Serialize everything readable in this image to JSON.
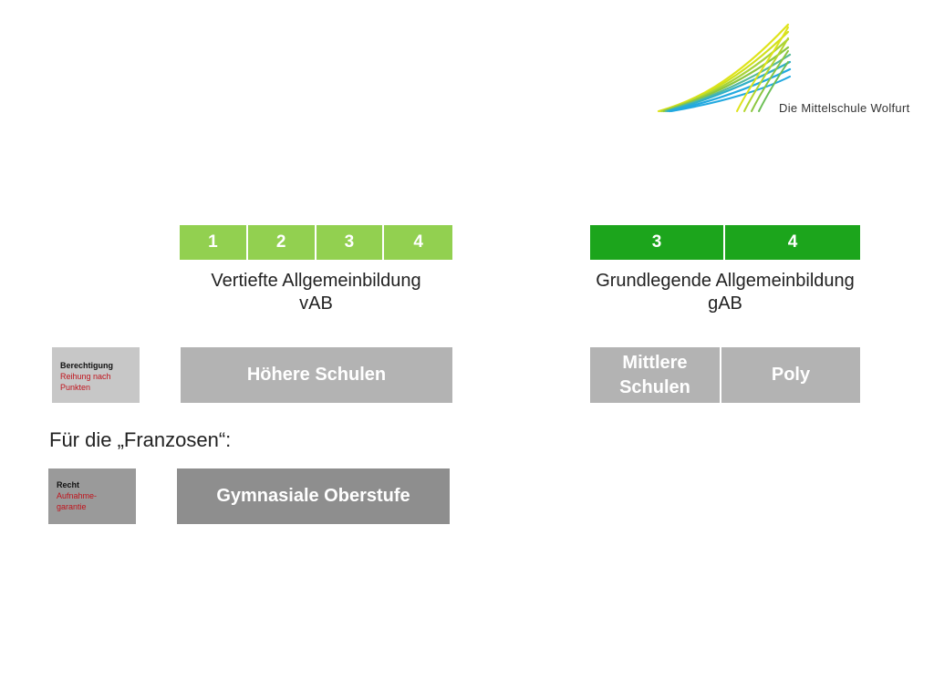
{
  "logo": {
    "text": "Die Mittelschule Wolfurt",
    "icon": "swoosh-lines-logo",
    "colors": [
      "#22a9e0",
      "#8cc63f",
      "#dfe31a"
    ]
  },
  "vab": {
    "grades": [
      "1",
      "2",
      "3",
      "4"
    ],
    "label_line1": "Vertiefte Allgemeinbildung",
    "label_line2": "vAB",
    "color": "#92d050"
  },
  "gab": {
    "grades": [
      "3",
      "4"
    ],
    "label_line1": "Grundlegende Allgemeinbildung",
    "label_line2": "gAB",
    "color": "#1ca51c"
  },
  "legend_berechtigung": {
    "title": "Berechtigung",
    "sub_line1": "Reihung nach",
    "sub_line2": "Punkten"
  },
  "schools": {
    "hoehere": "Höhere Schulen",
    "mittlere_line1": "Mittlere",
    "mittlere_line2": "Schulen",
    "poly": "Poly"
  },
  "franzosen_heading": "Für die „Franzosen“:",
  "legend_recht": {
    "title": "Recht",
    "sub_line1": "Aufnahme-",
    "sub_line2": "garantie"
  },
  "gymnasiale": "Gymnasiale Oberstufe"
}
